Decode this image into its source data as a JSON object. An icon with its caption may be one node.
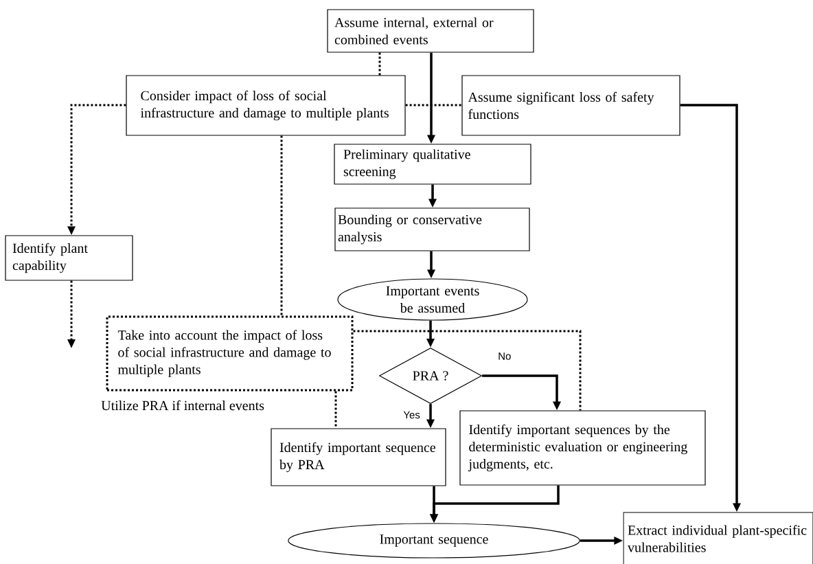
{
  "diagram": {
    "nodes": [
      {
        "text": [
          "Assume internal, external or combined events"
        ]
      },
      {
        "text": [
          "Consider impact of loss of social infrastructure and damage to multiple plants"
        ]
      },
      {
        "text": [
          "Assume significant loss of safety functions"
        ]
      },
      {
        "text": [
          "Preliminary qualitative screening"
        ]
      },
      {
        "text": [
          "Bounding or conservative analysis"
        ]
      },
      {
        "text": [
          "Important events be assumed"
        ]
      },
      {
        "text": [
          "Identify plant capability"
        ]
      },
      {
        "text": [
          "Take into account the impact of loss of social infrastructure and damage to multiple plants"
        ]
      },
      {
        "text": [
          "PRA ?"
        ]
      },
      {
        "text": [
          "Identify important sequence by PRA"
        ]
      },
      {
        "text": [
          "Identify important sequences by the deterministic evaluation or engineering judgments, etc."
        ]
      },
      {
        "text": [
          "Important sequence"
        ]
      },
      {
        "text": [
          "Extract individual plant-specific vulnerabilities"
        ]
      }
    ],
    "edges": [
      {
        "from": 0,
        "to": 3,
        "arrow": "to"
      },
      {
        "from": 0,
        "to": 1,
        "arrow": "none",
        "style": "dashed"
      },
      {
        "from": 1,
        "to": 2,
        "arrow": "none",
        "style": "dashed"
      },
      {
        "from": 1,
        "to": 6,
        "arrow": "to",
        "style": "dashed"
      },
      {
        "from": 6,
        "to": null,
        "arrow": "to",
        "style": "dashed"
      },
      {
        "from": 1,
        "to": 7,
        "arrow": "none",
        "style": "dashed"
      },
      {
        "from": 7,
        "to": 10,
        "arrow": "none",
        "style": "dashed"
      },
      {
        "from": 7,
        "to": 9,
        "arrow": "none",
        "style": "dashed"
      },
      {
        "from": 3,
        "to": 4,
        "arrow": "to"
      },
      {
        "from": 4,
        "to": 5,
        "arrow": "to"
      },
      {
        "from": 5,
        "to": 8,
        "arrow": "to"
      },
      {
        "from": 8,
        "to": 10,
        "arrow": "to",
        "label": "No"
      },
      {
        "from": 8,
        "to": 9,
        "arrow": "to",
        "label": "Yes"
      },
      {
        "from": 9,
        "to": 11,
        "arrow": "to"
      },
      {
        "from": 10,
        "to": 11,
        "arrow": "to"
      },
      {
        "from": 11,
        "to": 12,
        "arrow": "to"
      },
      {
        "from": 2,
        "to": 12,
        "arrow": "to"
      }
    ],
    "labels": [
      "Utilize PRA if internal events"
    ]
  }
}
